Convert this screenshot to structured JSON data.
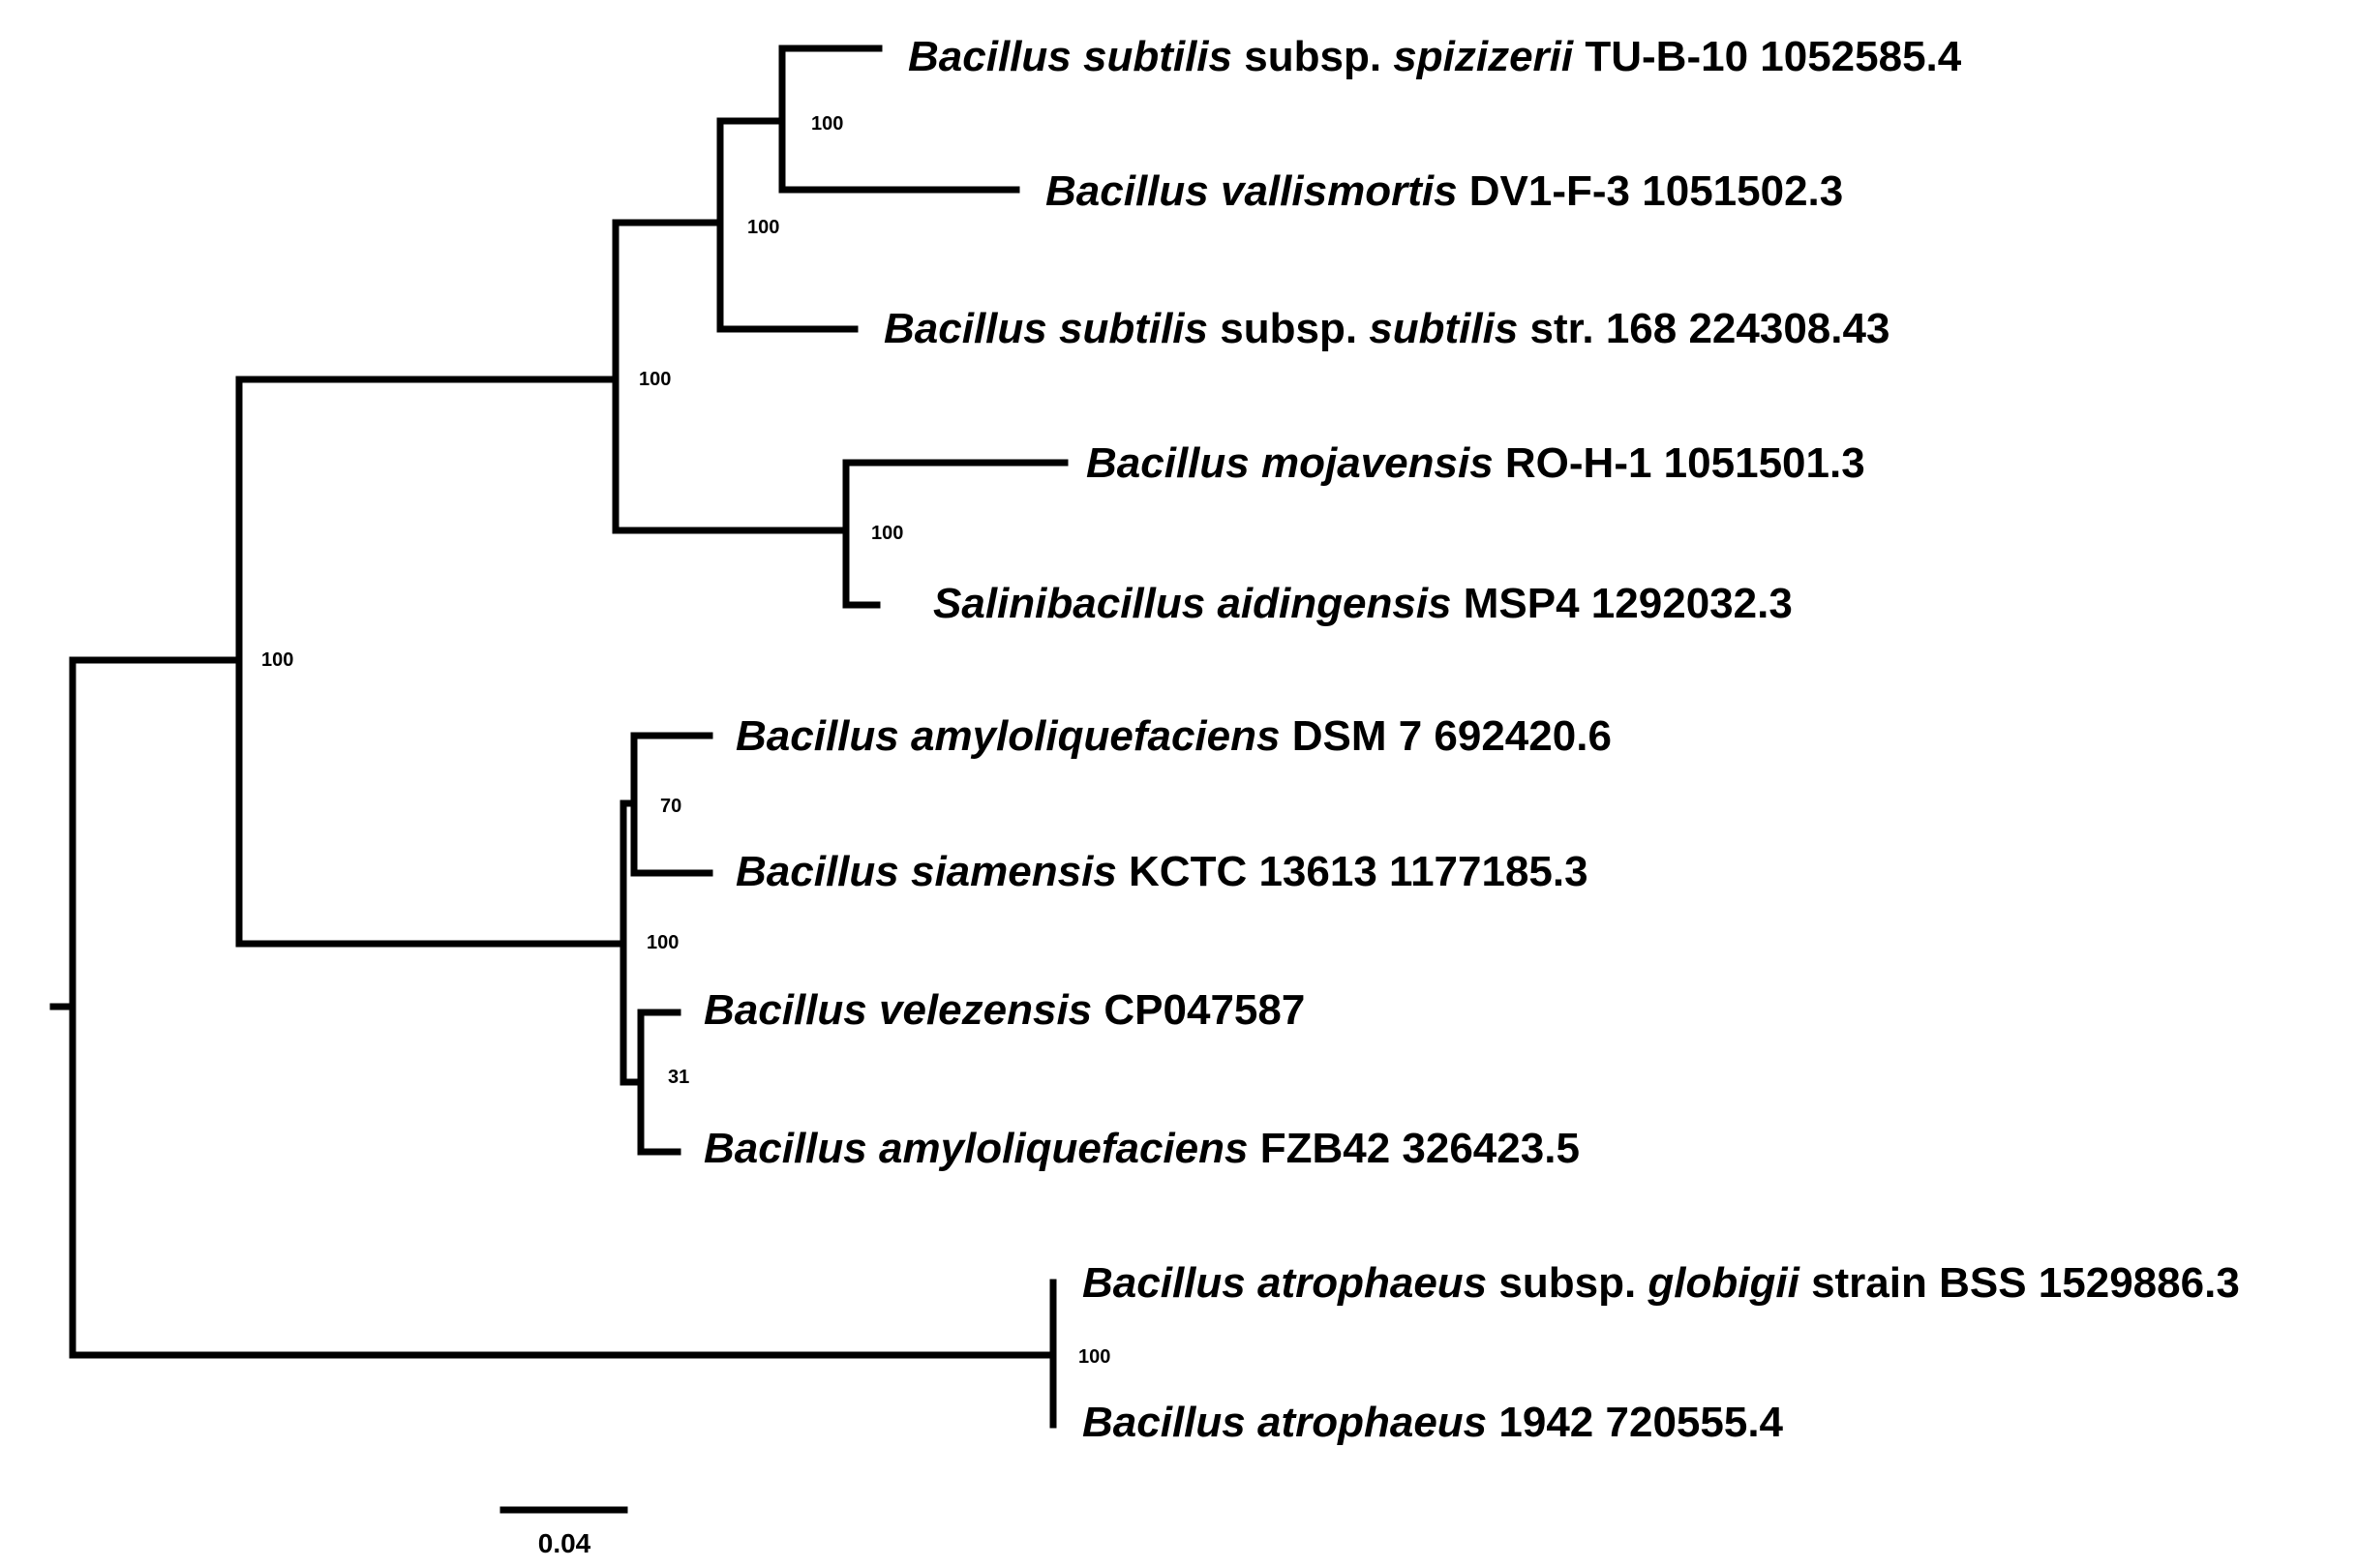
{
  "tree": {
    "leaves": [
      {
        "genus": "Bacillus",
        "species": "subtilis",
        "rank": "subsp.",
        "infra": "spizizerii",
        "strain": "TU-B-10 1052585.4"
      },
      {
        "genus": "Bacillus",
        "species": "vallismortis",
        "rank": "",
        "infra": "",
        "strain": "DV1-F-3 1051502.3"
      },
      {
        "genus": "Bacillus",
        "species": "subtilis",
        "rank": "subsp.",
        "infra": "subtilis",
        "strain": "str. 168 224308.43"
      },
      {
        "genus": "Bacillus",
        "species": "mojavensis",
        "rank": "",
        "infra": "",
        "strain": "RO-H-1 1051501.3"
      },
      {
        "genus": "Salinibacillus",
        "species": "aidingensis",
        "rank": "",
        "infra": "",
        "strain": "MSP4 1292032.3"
      },
      {
        "genus": "Bacillus",
        "species": "amyloliquefaciens",
        "rank": "",
        "infra": "",
        "strain": "DSM 7 692420.6"
      },
      {
        "genus": "Bacillus",
        "species": "siamensis",
        "rank": "",
        "infra": "",
        "strain": "KCTC 13613 1177185.3"
      },
      {
        "genus": "Bacillus",
        "species": "velezensis",
        "rank": "",
        "infra": "",
        "strain": "CP047587"
      },
      {
        "genus": "Bacillus",
        "species": "amyloliquefaciens",
        "rank": "",
        "infra": "",
        "strain": "FZB42 326423.5"
      },
      {
        "genus": "Bacillus",
        "species": "atrophaeus",
        "rank": "subsp.",
        "infra": "globigii",
        "strain": "strain BSS 1529886.3"
      },
      {
        "genus": "Bacillus",
        "species": "atrophaeus",
        "rank": "",
        "infra": "",
        "strain": "1942 720555.4"
      }
    ],
    "support_values": [
      "100",
      "100",
      "100",
      "100",
      "100",
      "70",
      "100",
      "31",
      "100"
    ],
    "scale_bar_label": "0.04"
  }
}
